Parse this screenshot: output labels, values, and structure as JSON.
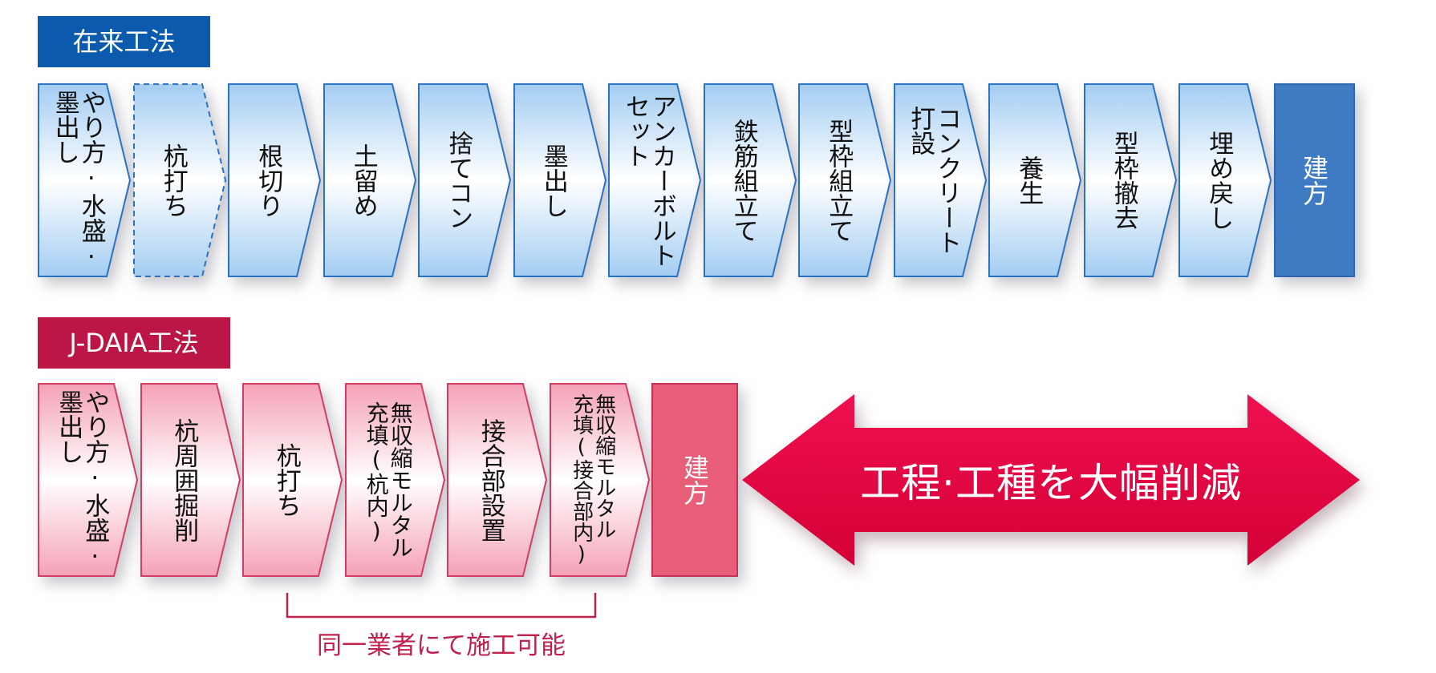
{
  "conventional": {
    "title": "在来工法",
    "steps": [
      {
        "lines": [
          "やり方·水盛·",
          "墨出し"
        ]
      },
      {
        "lines": [
          "杭打ち"
        ]
      },
      {
        "lines": [
          "根切り"
        ]
      },
      {
        "lines": [
          "土留め"
        ]
      },
      {
        "lines": [
          "捨てコン"
        ]
      },
      {
        "lines": [
          "墨出し"
        ]
      },
      {
        "lines": [
          "アンカーボルト",
          "セット"
        ]
      },
      {
        "lines": [
          "鉄筋組立て"
        ]
      },
      {
        "lines": [
          "型枠組立て"
        ]
      },
      {
        "lines": [
          "コンクリート",
          "打設"
        ]
      },
      {
        "lines": [
          "養生"
        ]
      },
      {
        "lines": [
          "型枠撤去"
        ]
      },
      {
        "lines": [
          "埋め戻し"
        ]
      },
      {
        "lines": [
          "建方"
        ]
      }
    ]
  },
  "jdaia": {
    "title": "J-DAIA工法",
    "steps": [
      {
        "lines": [
          "やり方·水盛·",
          "墨出し"
        ]
      },
      {
        "lines": [
          "杭周囲掘削"
        ]
      },
      {
        "lines": [
          "杭打ち"
        ]
      },
      {
        "lines": [
          "無収縮モルタル",
          "充填(杭内)"
        ]
      },
      {
        "lines": [
          "接合部設置"
        ]
      },
      {
        "lines": [
          "無収縮モルタル",
          "充填(接合部内)"
        ]
      },
      {
        "lines": [
          "建方"
        ]
      }
    ],
    "bracket_label": "同一業者にて施工可能"
  },
  "reduction_text": "工程·工種を大幅削減",
  "colors": {
    "conv_header": "#0b5aae",
    "jdaia_header": "#bb1646",
    "conv_final": "#3f7bc3",
    "jdaia_final": "#e85e78",
    "reduction_arrow": "#e0003c",
    "bracket": "#c0214c"
  }
}
